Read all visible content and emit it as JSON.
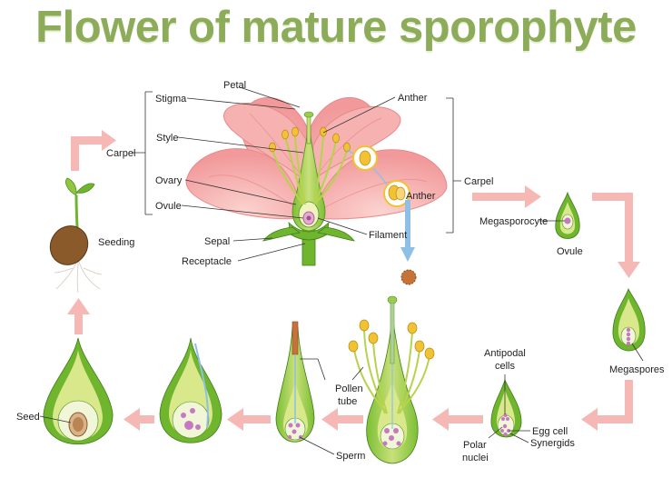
{
  "title": "Flower of mature sporophyte",
  "labels": {
    "stigma": "Stigma",
    "petal": "Petal",
    "anther_top": "Anther",
    "style": "Style",
    "carpel_left": "Carpel",
    "ovary": "Ovary",
    "ovule_left": "Ovule",
    "sepal": "Sepal",
    "receptacle": "Receptacle",
    "anther_pollen": "Anther",
    "filament": "Filament",
    "carpel_right": "Carpel",
    "seeding": "Seeding",
    "megasporocyte": "Megasporocyte",
    "ovule_right": "Ovule",
    "megaspores": "Megaspores",
    "antipodal_1": "Antipodal",
    "antipodal_2": "cells",
    "egg_cell": "Egg cell",
    "synergids": "Synergids",
    "polar_1": "Polar",
    "polar_2": "nuclei",
    "pollen_1": "Pollen",
    "pollen_2": "tube",
    "sperm": "Sperm",
    "seed": "Seed"
  },
  "colors": {
    "title": "#8dac5a",
    "petal": "#f5a3a4",
    "petal_dark": "#e8807f",
    "stem_green": "#6fb52e",
    "light_green": "#d8e88a",
    "arrow_pink": "#f6b8b5",
    "arrow_blue": "#8ec0e6",
    "anther_yellow": "#f1c232",
    "nucleus_purple": "#c679c0"
  }
}
